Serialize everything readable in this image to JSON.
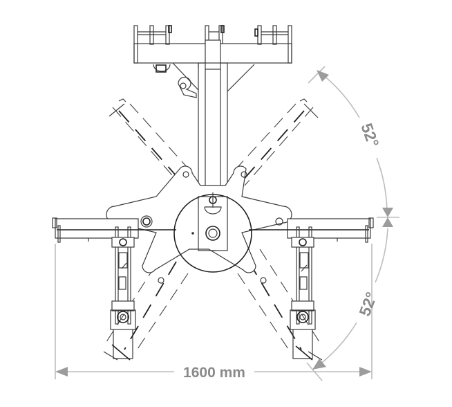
{
  "drawing": {
    "subject": "top-view implement frame with folding arms",
    "colors": {
      "line": "#3a3a3a",
      "dimension": "#bdbdbd",
      "dimension_text": "#8a8a8a",
      "background": "#ffffff"
    }
  },
  "dimensions": {
    "width": {
      "label": "1600 mm",
      "value": 1600,
      "unit": "mm"
    },
    "angle_upper": {
      "label": "52°",
      "value": 52,
      "unit": "deg"
    },
    "angle_lower": {
      "label": "52°",
      "value": 52,
      "unit": "deg"
    }
  }
}
